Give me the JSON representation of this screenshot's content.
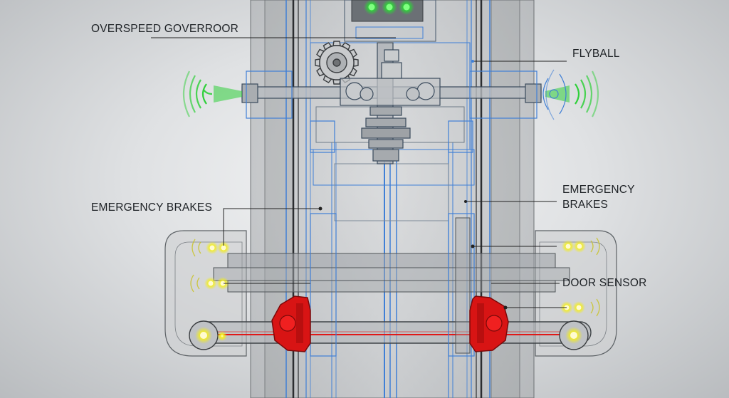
{
  "labels": {
    "overspeed_governor": "OVERSPEED GOVERROOR",
    "flyball": "FLYBALL",
    "emergency_brakes_left": "EMERGENCY BRAKES",
    "emergency_brakes_right_line1": "EMERGENCY",
    "emergency_brakes_right_line2": "BRAKES",
    "door_sensor": "DOOR SENSOR"
  },
  "colors": {
    "blueprint_blue": "#3f7fd6",
    "brake_red": "#e01818",
    "sensor_yellow": "#f4ee1a",
    "signal_green": "#2fd03a",
    "leader_line": "#222222"
  }
}
